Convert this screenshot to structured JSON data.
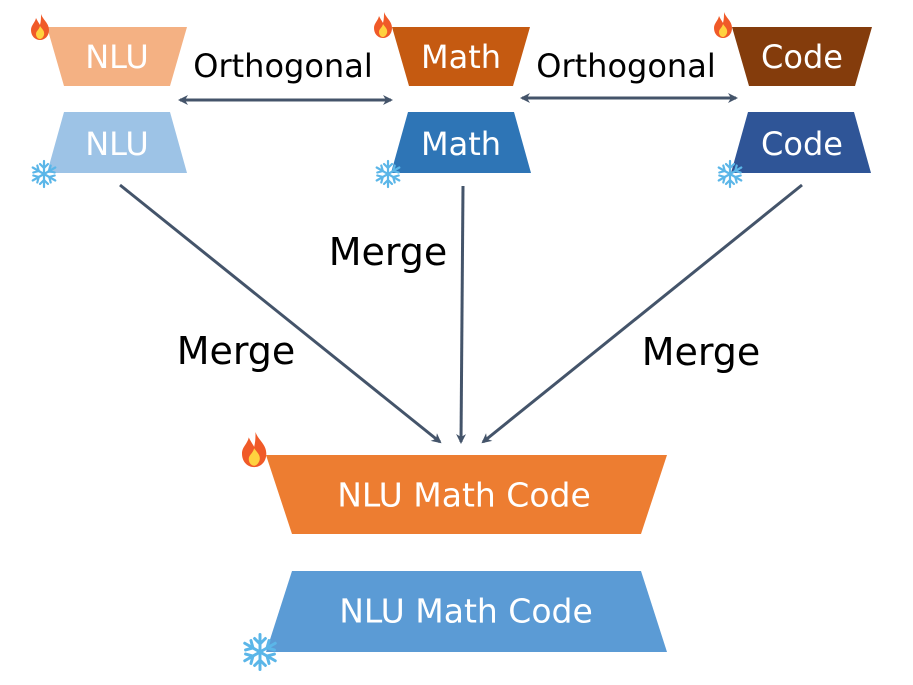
{
  "top_row": {
    "nlu": {
      "label": "NLU",
      "color": "#f4b183"
    },
    "math": {
      "label": "Math",
      "color": "#c55a11"
    },
    "code": {
      "label": "Code",
      "color": "#843c0c"
    }
  },
  "second_row": {
    "nlu": {
      "label": "NLU",
      "color": "#9dc3e6"
    },
    "math": {
      "label": "Math",
      "color": "#2e75b6"
    },
    "code": {
      "label": "Code",
      "color": "#2f5597"
    }
  },
  "relations": {
    "orthogonal_left": "Orthogonal",
    "orthogonal_right": "Orthogonal",
    "merge_left": "Merge",
    "merge_center": "Merge",
    "merge_right": "Merge"
  },
  "merged": {
    "trainable": {
      "label": "NLU Math Code",
      "color": "#ed7d31"
    },
    "frozen": {
      "label": "NLU Math Code",
      "color": "#5b9bd5"
    }
  },
  "icons": {
    "trainable": "fire-icon",
    "frozen": "snowflake-icon"
  },
  "arrow_color": "#44546a"
}
